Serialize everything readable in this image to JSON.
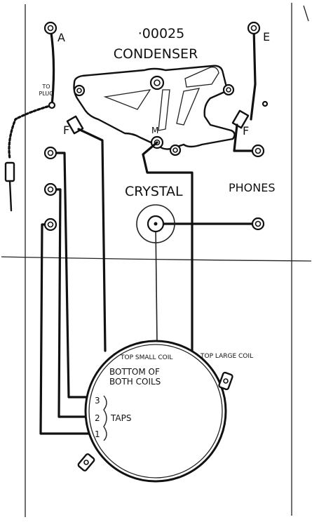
{
  "diagram": {
    "title_value": "·00025",
    "title_name": "CONDENSER",
    "terminal_a": "A",
    "terminal_e": "E",
    "to_plug": [
      "TO",
      "PLUG"
    ],
    "f_left": "F",
    "f_right": "F",
    "m_label": "M",
    "crystal": "CRYSTAL",
    "phones": "PHONES",
    "top_small_coil": "TOP SMALL COIL",
    "top_large_coil": "TOP LARGE COIL",
    "bottom_of_both_coils": [
      "BOTTOM OF",
      "BOTH COILS"
    ],
    "tap_numbers": [
      "3",
      "2",
      "1"
    ],
    "taps": "TAPS"
  }
}
